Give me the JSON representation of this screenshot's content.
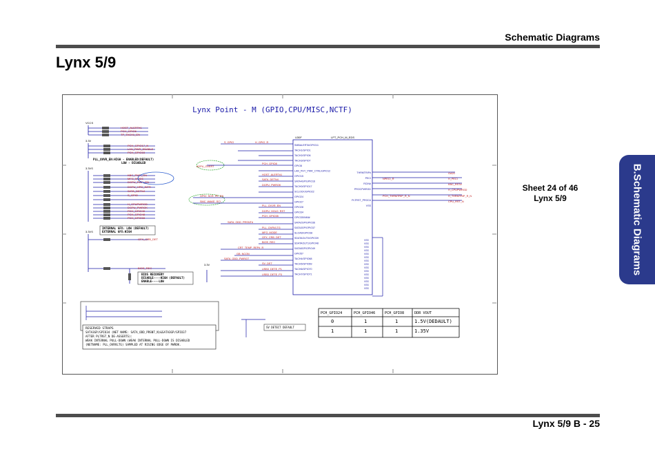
{
  "header": {
    "section_title": "Schematic  Diagrams"
  },
  "page": {
    "title": "Lynx 5/9"
  },
  "sheet": {
    "line1": "Sheet 24 of 46",
    "line2": "Lynx 5/9"
  },
  "side_tab": {
    "label": "B.Schematic Diagrams"
  },
  "footer": {
    "page_ref": "Lynx 5/9  B  -  25"
  },
  "schematic": {
    "title": "Lynx Point - M (GPIO,CPU/MISC,NCTF)",
    "rail_vccs": "VCCS",
    "rail_3v3": "3.3V",
    "rail_3v3s": "3.3VS",
    "pll_note_1": "PLL_OVVR_EN:HIGH - ENABLED(DEFAULT)",
    "pll_note_2": "LOW - DISABLED",
    "gfx_note_1": "INTERNAL GFX: LOW (DEFAULT)",
    "gfx_note_2": "EXTERNAL GFX:HIGH",
    "bios_note_1": "BIOS RECOVERY",
    "bios_note_2": "DISABLE----HIGH (DEFAULT)",
    "bios_note_3": "ENABLE----LOW",
    "chip_ref": "U30F",
    "chip_name": "LPT_PCH_M_EDS",
    "strap_title": "RESERVED STRAPS",
    "strap_lines": [
      "SATA3GP/GPIO34 (NET NAME: SATA_ODD_PRSNT_N)&SATA3GP/GPIO37",
      "AFTER PLTRST_N DE-ASSERTS):",
      "WEAK INTERNAL PULL-DOWN (WEAK INTERNAL PULL-DOWN IS DISABLED",
      "(NETNAME: PLL_OVRVLTG) SAMPLED AT RISING EDGE OF PWROK."
    ],
    "sv_detect": "SV DETECT DEFAULT",
    "left_pins": [
      "SMBALERT#/GPIO11",
      "TACH1/GPIO1",
      "TACH2/GPIO6",
      "TACH3/GPIO7",
      "GPIO8",
      "LAN_PHY_PWR_CTRL/GPIO12",
      "GPIO15",
      "SATA4GP/GPIO16",
      "TACH0/GPIO17",
      "SCLOCK/GPIO22",
      "GPIO24",
      "GPIO27",
      "GPIO28",
      "GPIO34",
      "GPIO35/NMI#",
      "SATA2GP/GPIO36",
      "SATA3GP/GPIO37",
      "SLOAD/GPIO38",
      "SDATAOUT0/GPIO39",
      "SDATAOUT1/GPIO48",
      "SATA5GP/GPIO49",
      "GPIO57",
      "TACH4/GPIO68",
      "TACH5/GPIO69",
      "TACH6/GPIO70",
      "TACH7/GPIO71"
    ],
    "right_pins": [
      "THRMTRIP#",
      "PECI",
      "RCIN#",
      "PROCPWRGD",
      "PLTRST_PROC#",
      "VSS"
    ],
    "table": {
      "headers": [
        "PCH_GPIO24",
        "PCH_GPIO46",
        "PCH_GPIO8",
        "DDR VOUT"
      ],
      "rows": [
        [
          "0",
          "1",
          "1",
          "1.5V(DEDAULT)"
        ],
        [
          "1",
          "1",
          "1",
          "1.35V"
        ]
      ]
    }
  }
}
